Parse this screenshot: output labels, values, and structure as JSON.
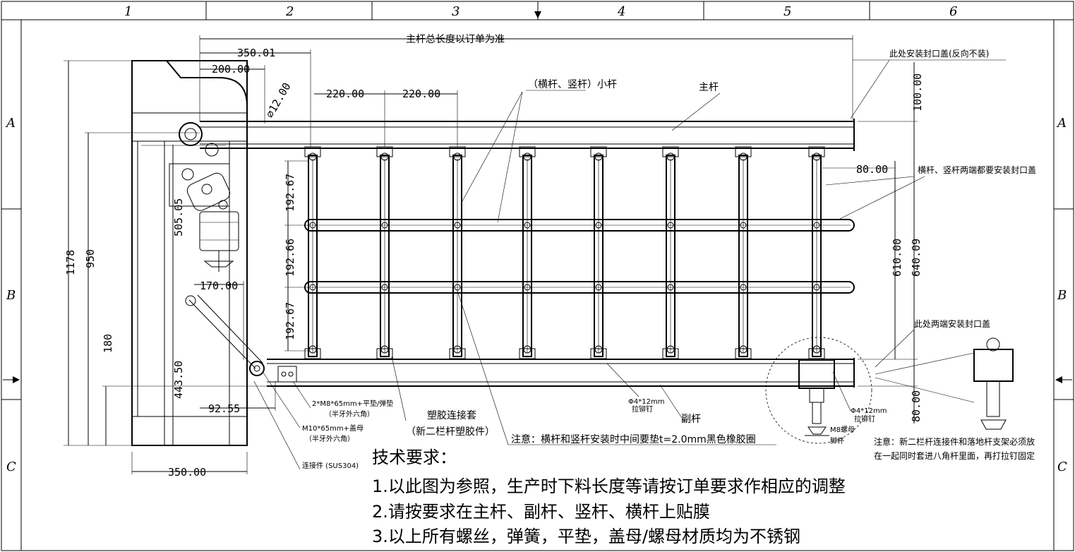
{
  "border": {
    "columns": [
      "1",
      "2",
      "3",
      "4",
      "5",
      "6"
    ],
    "rows": [
      "A",
      "B",
      "C"
    ]
  },
  "dimensions": {
    "main_length": "主杆总长度以订单为准",
    "d350_01": "350.01",
    "d200": "200.00",
    "d_hole": "⌀12.00",
    "d220a": "220.00",
    "d220b": "220.00",
    "d100": "100.00",
    "d80a": "80.00",
    "d192_67a": "192.67",
    "d192_66": "192.66",
    "d192_67b": "192.67",
    "d505": "505.05",
    "d1178": "1178",
    "d950": "950",
    "d170": "170.00",
    "d180": "180",
    "d443": "443.50",
    "d92": "92.55",
    "d350_bottom": "350.00",
    "d610": "610.00",
    "d640": "640.09",
    "d80b": "80.00"
  },
  "labels": {
    "cap_main": "此处安装封口盖(反向不装)",
    "small_bar": "（横杆、竖杆）小杆",
    "main_bar": "主杆",
    "both_ends_cap": "横杆、竖杆两端都要安装封口盖",
    "here_both_cap": "此处两端安装封口盖",
    "bolt1": "2*M8*65mm+平垫/弹垫",
    "bolt1b": "（半牙外六角）",
    "bolt2": "M10*65mm+盖母",
    "bolt2b": "（半牙外六角）",
    "connector": "连接件 (SUS304)",
    "plastic": "塑胶连接套",
    "plastic_b": "（新二栏杆塑胶件）",
    "rivet1": "Φ4*12mm",
    "rivet1b": "拉铆钉",
    "rivet2": "Φ4*12mm",
    "rivet2b": "拉铆钉",
    "sub_bar": "副杆",
    "nut": "M8螺母",
    "foot": "脚杯",
    "note_rubber": "注意：横杆和竖杆安装时中间要垫t=2.0mm黑色橡胶圈",
    "note_right1": "注意：新二栏杆连接件和落地杆支架必须放",
    "note_right2": "在一起同时套进八角杆里面，再打拉钉固定"
  },
  "requirements": {
    "title": "技术要求：",
    "items": [
      "1.以此图为参照，生产时下料长度等请按订单要求作相应的调整",
      "2.请按要求在主杆、副杆、竖杆、横杆上贴膜",
      "3.以上所有螺丝，弹簧，平垫，盖母/螺母材质均为不锈钢"
    ]
  }
}
